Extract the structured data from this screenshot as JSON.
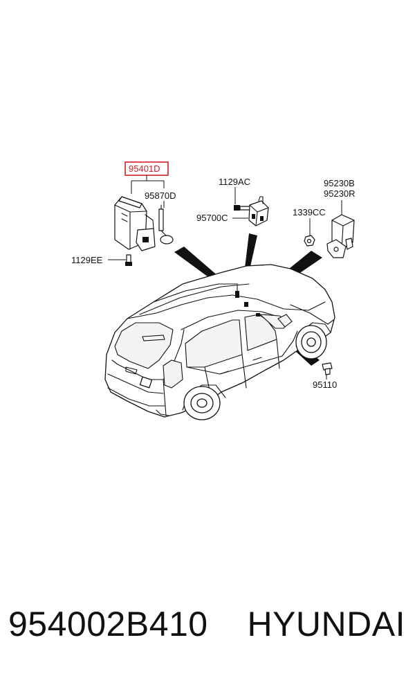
{
  "diagram": {
    "callouts": {
      "highlighted": "95401D",
      "antenna_module": "95870D",
      "bolt_module": "1129EE",
      "bolt_sensor": "1129AC",
      "roof_sensor": "95700C",
      "unit_upper": "95230B",
      "unit_lower": "95230R",
      "nut": "1339CC",
      "door_part": "95110"
    },
    "colors": {
      "highlight": "#d21f26",
      "line": "#111111",
      "background": "#ffffff"
    }
  },
  "footer": {
    "part_number": "954002B410",
    "brand": "HYUNDAI"
  }
}
